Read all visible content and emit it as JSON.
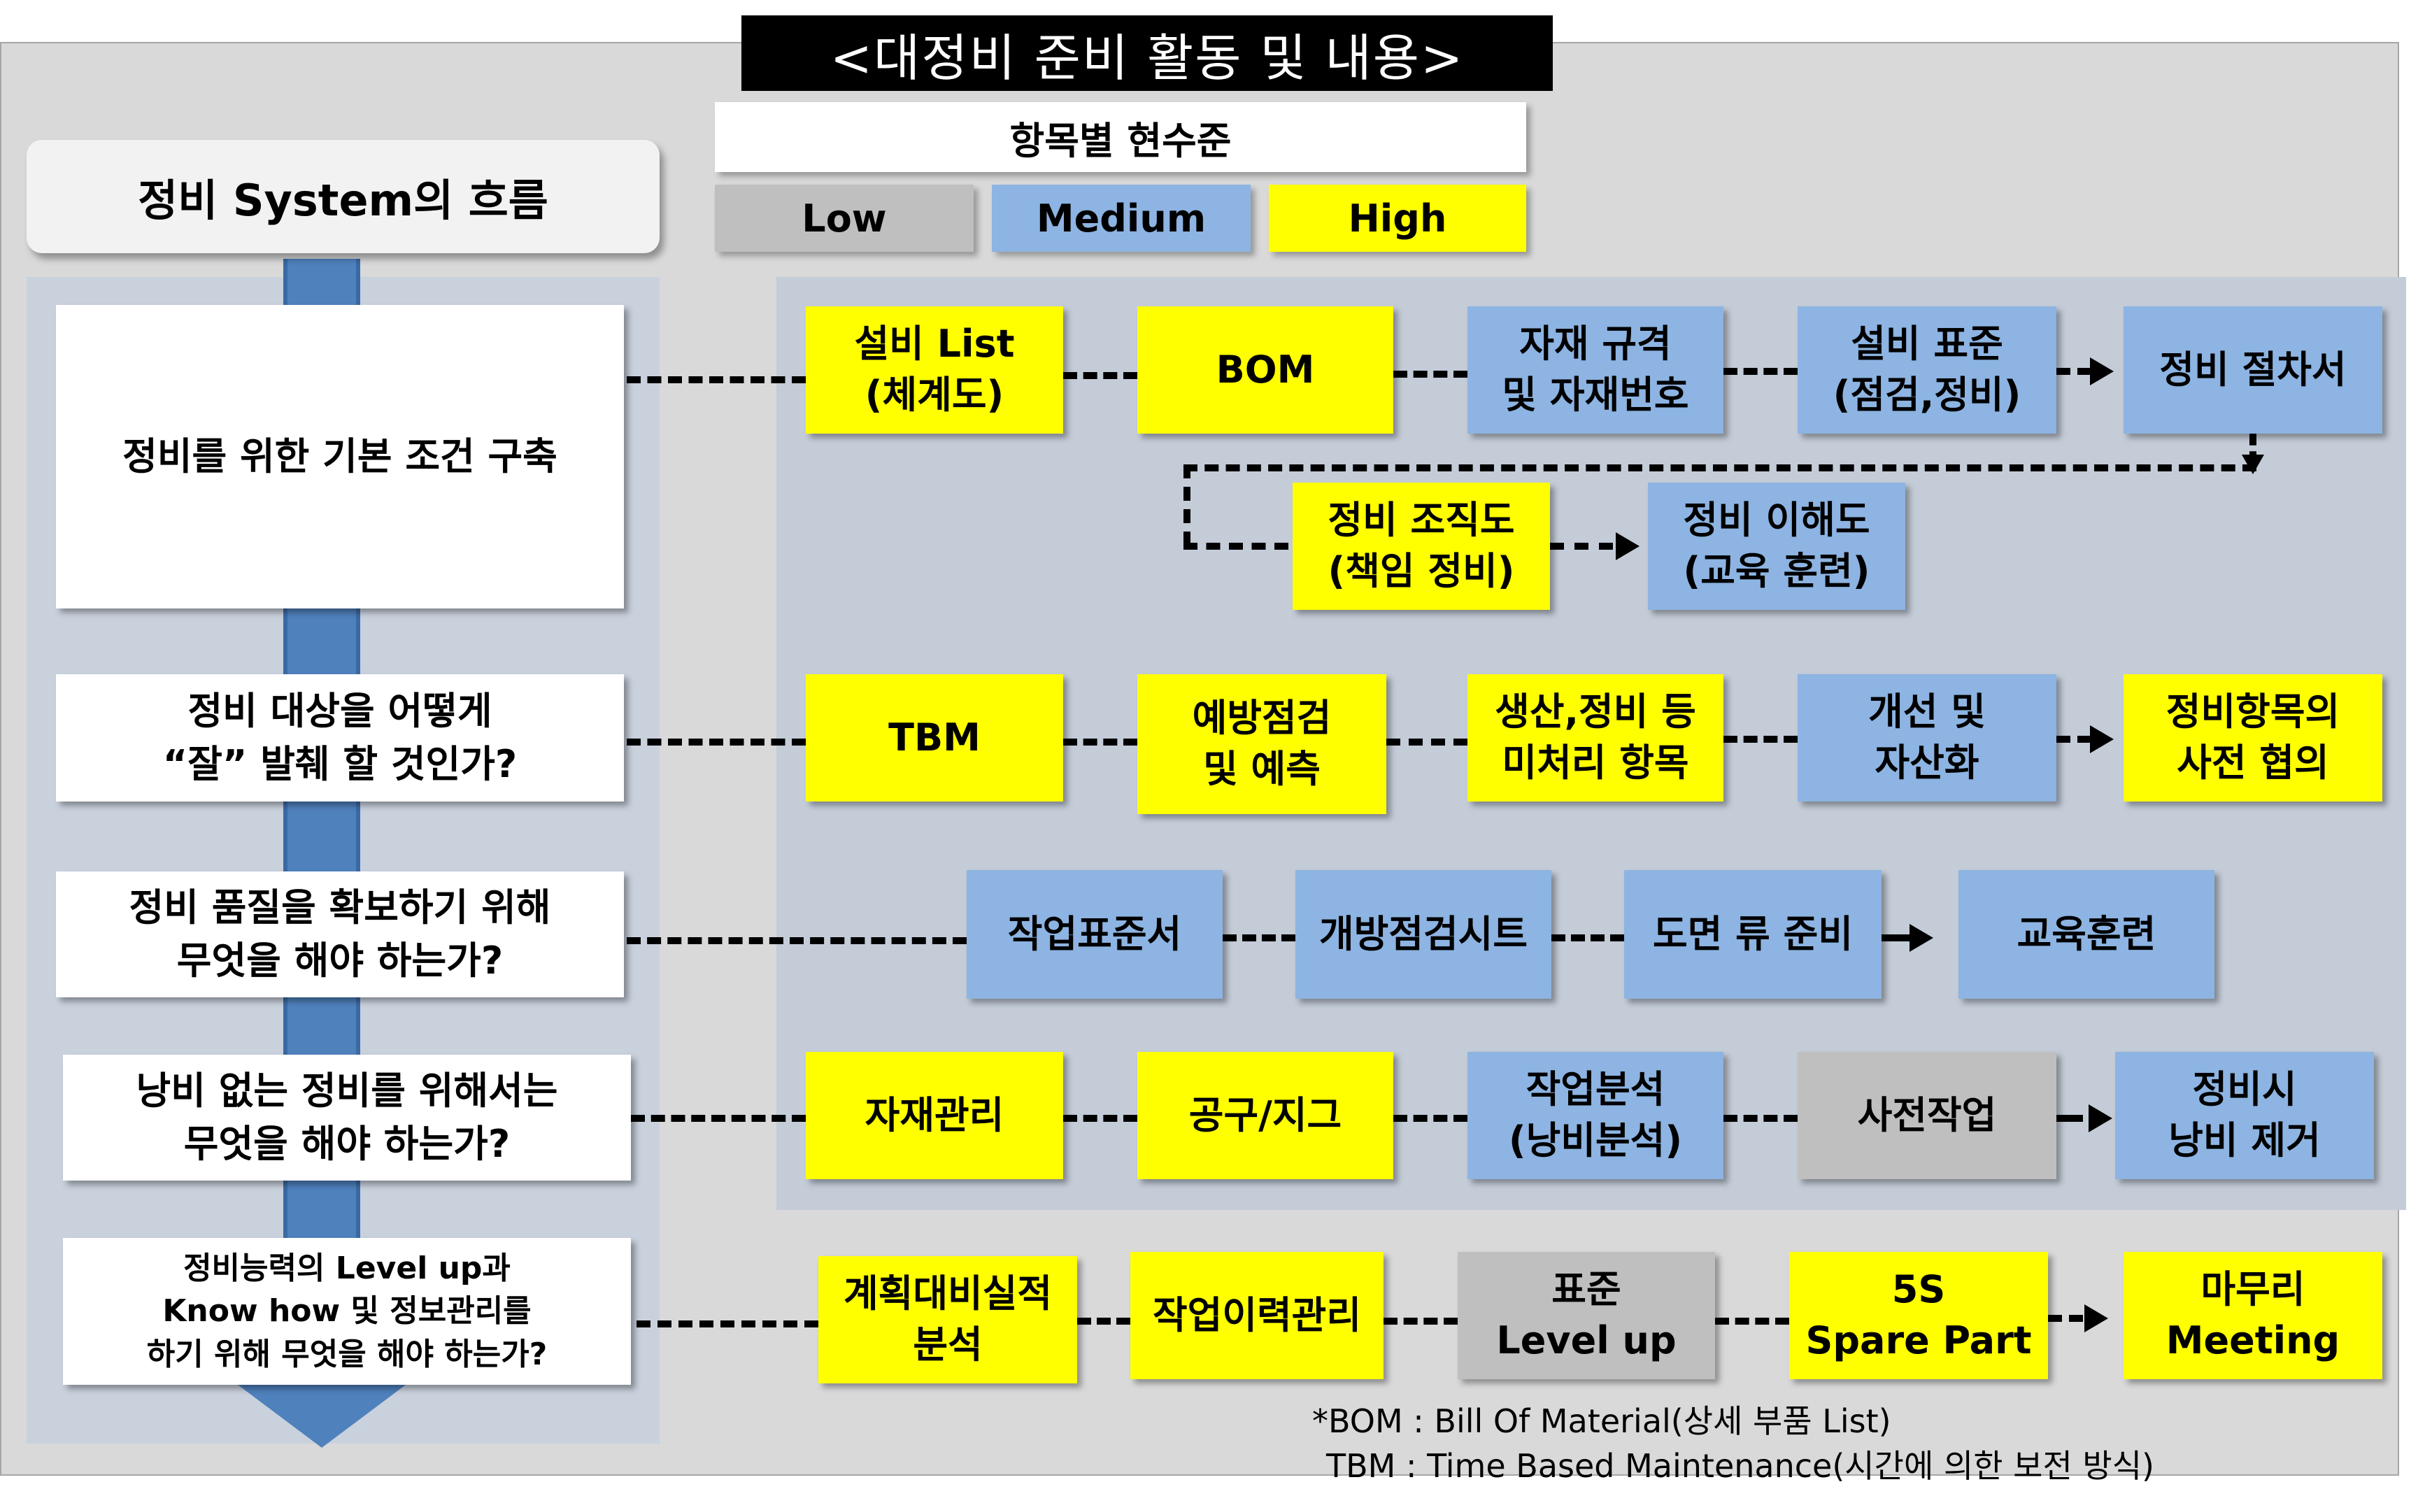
{
  "title": "<대정비 준비 활동 및 내용>",
  "legend": {
    "heading": "항목별 현수준",
    "low": "Low",
    "medium": "Medium",
    "high": "High",
    "colors": {
      "low": "#bfbfbf",
      "medium": "#8db4e2",
      "high": "#ffff00"
    }
  },
  "system_flow": {
    "title": "정비 System의 흐름",
    "questions": [
      "정비를 위한 기본 조건 구축",
      "정비 대상을 어떻게\n“잘” 발췌 할 것인가?",
      "정비 품질을 확보하기 위해\n무엇을 해야 하는가?",
      "낭비 없는 정비를 위해서는\n무엇을 해야 하는가?",
      "정비능력의 Level up과\nKnow how 및 정보관리를\n하기 위해 무엇을 해야 하는가?"
    ]
  },
  "rows": [
    {
      "items": [
        {
          "label": "설비 List\n(체계도)",
          "level": "high"
        },
        {
          "label": "BOM",
          "level": "high"
        },
        {
          "label": "자재 규격\n및 자재번호",
          "level": "medium"
        },
        {
          "label": "설비 표준\n(점검,정비)",
          "level": "medium"
        },
        {
          "label": "정비 절차서",
          "level": "medium"
        },
        {
          "label": "정비 조직도\n(책임 정비)",
          "level": "high"
        },
        {
          "label": "정비 이해도\n(교육 훈련)",
          "level": "medium"
        }
      ]
    },
    {
      "items": [
        {
          "label": "TBM",
          "level": "high"
        },
        {
          "label": "예방점검\n및 예측",
          "level": "high"
        },
        {
          "label": "생산,정비 등\n미처리 항목",
          "level": "high"
        },
        {
          "label": "개선 및\n자산화",
          "level": "medium"
        },
        {
          "label": "정비항목의\n사전 협의",
          "level": "high"
        }
      ]
    },
    {
      "items": [
        {
          "label": "작업표준서",
          "level": "medium"
        },
        {
          "label": "개방점검시트",
          "level": "medium"
        },
        {
          "label": "도면 류 준비",
          "level": "medium"
        },
        {
          "label": "교육훈련",
          "level": "medium"
        }
      ]
    },
    {
      "items": [
        {
          "label": "자재관리",
          "level": "high"
        },
        {
          "label": "공구/지그",
          "level": "high"
        },
        {
          "label": "작업분석\n(낭비분석)",
          "level": "medium"
        },
        {
          "label": "사전작업",
          "level": "low"
        },
        {
          "label": "정비시\n낭비 제거",
          "level": "medium"
        }
      ]
    },
    {
      "items": [
        {
          "label": "계획대비실적\n분석",
          "level": "high"
        },
        {
          "label": "작업이력관리",
          "level": "high"
        },
        {
          "label": "표준\nLevel up",
          "level": "low"
        },
        {
          "label": "5S\nSpare Part",
          "level": "high"
        },
        {
          "label": "마무리\nMeeting",
          "level": "high"
        }
      ]
    }
  ],
  "notes": {
    "bom": "*BOM : Bill Of Material(상세 부품 List)",
    "tbm": "TBM : Time Based Maintenance(시간에 의한 보전 방식)"
  }
}
